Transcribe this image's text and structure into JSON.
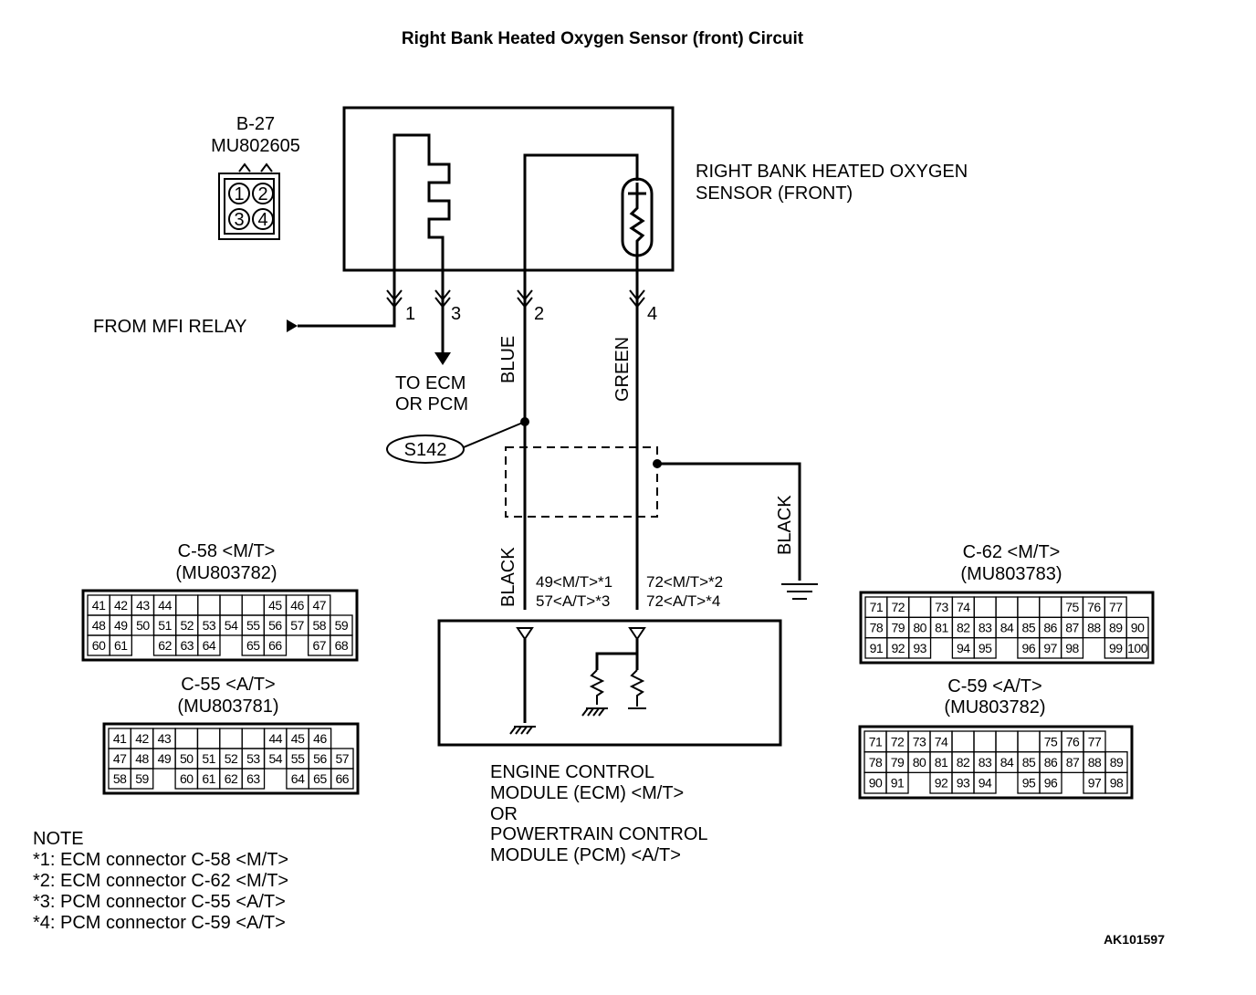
{
  "title": "Right Bank Heated Oxygen Sensor (front) Circuit",
  "sensor": {
    "connector_id": "B-27",
    "part_number": "MU802605",
    "pins": [
      "1",
      "2",
      "3",
      "4"
    ],
    "label_line1": "RIGHT BANK HEATED OXYGEN",
    "label_line2": "SENSOR (FRONT)"
  },
  "wires": {
    "pin1": "1",
    "pin3": "3",
    "pin2": "2",
    "pin4": "4",
    "from_relay": "FROM MFI RELAY",
    "to_ecm_line1": "TO ECM",
    "to_ecm_line2": "OR PCM",
    "color_blue": "BLUE",
    "color_green": "GREEN",
    "color_black_left": "BLACK",
    "color_black_right": "BLACK",
    "splice": "S142"
  },
  "ecm_terminals": {
    "left_line1": "49<M/T>*1",
    "left_line2": "57<A/T>*3",
    "right_line1": "72<M/T>*2",
    "right_line2": "72<A/T>*4"
  },
  "module_label": [
    "ENGINE CONTROL",
    "MODULE (ECM) <M/T>",
    "OR",
    "POWERTRAIN CONTROL",
    "MODULE (PCM) <A/T>"
  ],
  "connectors": {
    "c58": {
      "title": "C-58 <M/T>",
      "part": "(MU803782)",
      "rows": [
        [
          "41",
          "42",
          "43",
          "44",
          "",
          "",
          "",
          "",
          "45",
          "46",
          "47"
        ],
        [
          "48",
          "49",
          "50",
          "51",
          "52",
          "53",
          "54",
          "55",
          "56",
          "57",
          "58",
          "59"
        ],
        [
          "60",
          "61",
          "",
          "62",
          "63",
          "64",
          "",
          "65",
          "66",
          "",
          "67",
          "68"
        ]
      ]
    },
    "c55": {
      "title": "C-55 <A/T>",
      "part": "(MU803781)",
      "rows": [
        [
          "41",
          "42",
          "43",
          "",
          "",
          "",
          "",
          "44",
          "45",
          "46"
        ],
        [
          "47",
          "48",
          "49",
          "50",
          "51",
          "52",
          "53",
          "54",
          "55",
          "56",
          "57"
        ],
        [
          "58",
          "59",
          "",
          "60",
          "61",
          "62",
          "63",
          "",
          "64",
          "65",
          "66"
        ]
      ]
    },
    "c62": {
      "title": "C-62 <M/T>",
      "part": "(MU803783)",
      "rows": [
        [
          "71",
          "72",
          "",
          "73",
          "74",
          "",
          "",
          "",
          "",
          "75",
          "76",
          "77"
        ],
        [
          "78",
          "79",
          "80",
          "81",
          "82",
          "83",
          "84",
          "85",
          "86",
          "87",
          "88",
          "89",
          "90"
        ],
        [
          "91",
          "92",
          "93",
          "",
          "94",
          "95",
          "",
          "96",
          "97",
          "98",
          "",
          "99",
          "100"
        ]
      ]
    },
    "c59": {
      "title": "C-59 <A/T>",
      "part": "(MU803782)",
      "rows": [
        [
          "71",
          "72",
          "73",
          "74",
          "",
          "",
          "",
          "",
          "75",
          "76",
          "77"
        ],
        [
          "78",
          "79",
          "80",
          "81",
          "82",
          "83",
          "84",
          "85",
          "86",
          "87",
          "88",
          "89"
        ],
        [
          "90",
          "91",
          "",
          "92",
          "93",
          "94",
          "",
          "95",
          "96",
          "",
          "97",
          "98"
        ]
      ]
    }
  },
  "notes": {
    "header": "NOTE",
    "items": [
      "*1: ECM connector C-58 <M/T>",
      "*2: ECM connector C-62 <M/T>",
      "*3: PCM connector C-55 <A/T>",
      "*4: PCM connector C-59 <A/T>"
    ]
  },
  "figure_code": "AK101597"
}
